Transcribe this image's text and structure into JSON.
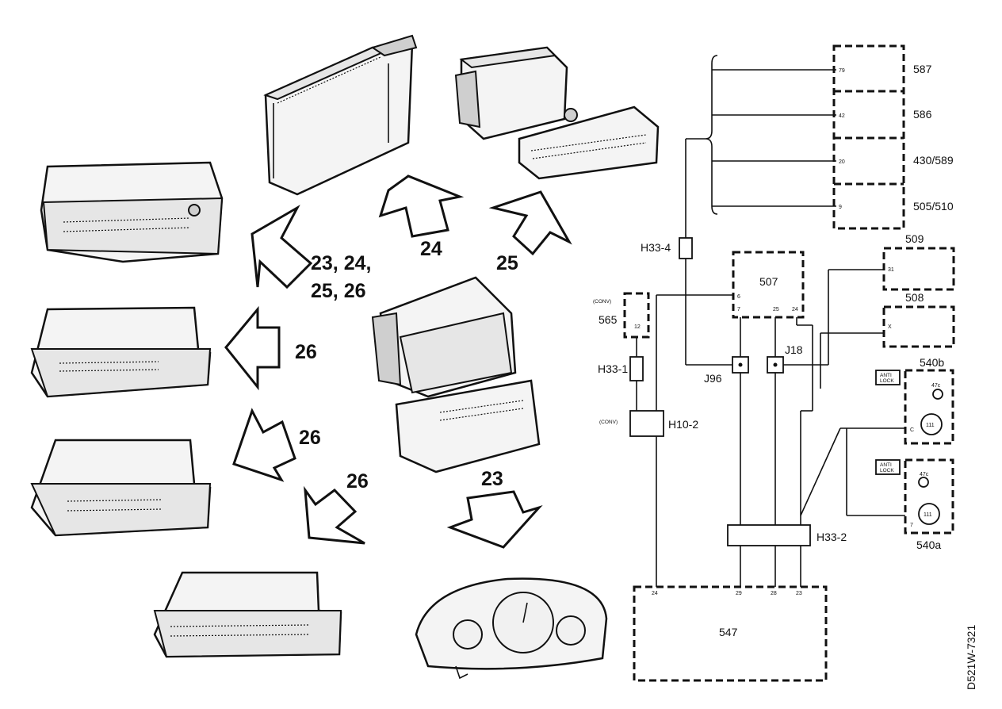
{
  "callouts": {
    "c1": "23, 24,",
    "c2": "25, 26",
    "c3": "24",
    "c4": "25",
    "c5": "26",
    "c6": "26",
    "c7": "26",
    "c8": "23"
  },
  "schematic": {
    "comp_587": "587",
    "comp_586": "586",
    "comp_430_589": "430/589",
    "comp_505_510": "505/510",
    "comp_509": "509",
    "comp_508": "508",
    "comp_507": "507",
    "comp_565": "565",
    "comp_540b": "540b",
    "comp_540a": "540a",
    "comp_547": "547",
    "conn_h33_4": "H33-4",
    "conn_h33_1": "H33-1",
    "conn_h10_2": "H10-2",
    "conn_h33_2": "H33-2",
    "splice_j96": "J96",
    "splice_j18": "J18",
    "conv_1": "(CONV)",
    "conv_2": "(CONV)",
    "anti_lock_1a": "ANTI",
    "anti_lock_1b": "LOCK",
    "anti_lock_2a": "ANTI",
    "anti_lock_2b": "LOCK",
    "pins": {
      "p587": "79",
      "p586": "42",
      "p430": "20",
      "p505": "9",
      "p509": "31",
      "p508": "X",
      "p507a": "6",
      "p507b": "7",
      "p507c": "25",
      "p507d": "24",
      "p565": "12",
      "p547a": "24",
      "p547b": "29",
      "p547c": "28",
      "p547d": "23",
      "p540b_bulb": "47c",
      "p540b_c": "C",
      "p540a_bulb": "47c",
      "p540a_c": "7",
      "lamp1": "111",
      "lamp2": "111"
    }
  },
  "figure_code": "D521W-7321"
}
